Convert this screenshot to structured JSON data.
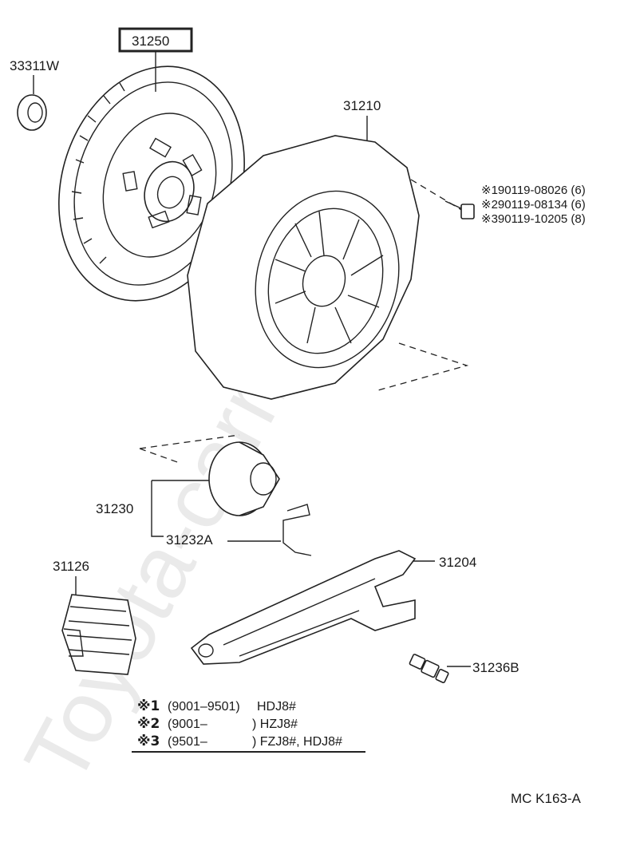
{
  "watermark": "Toyota-carmine.ru",
  "parts": {
    "clutch_disc": "31250",
    "pilot_bearing": "33311W",
    "clutch_cover": "31210",
    "bolt_1": "※190119-08026 (6)",
    "bolt_2": "※290119-08134 (6)",
    "bolt_3": "※390119-10205 (8)",
    "release_bearing_assy": "31230",
    "release_bearing_hub_clip": "31232A",
    "boot": "31126",
    "release_fork": "31204",
    "fork_support": "31236B"
  },
  "legend": [
    {
      "mark": "※1",
      "range": "(9001–9501)",
      "models": "HDJ8#"
    },
    {
      "mark": "※2",
      "range": "(9001–",
      "models": ") HZJ8#"
    },
    {
      "mark": "※3",
      "range": "(9501–",
      "models": ") FZJ8#, HDJ8#"
    }
  ],
  "diagram_code": "MC  K163-A"
}
